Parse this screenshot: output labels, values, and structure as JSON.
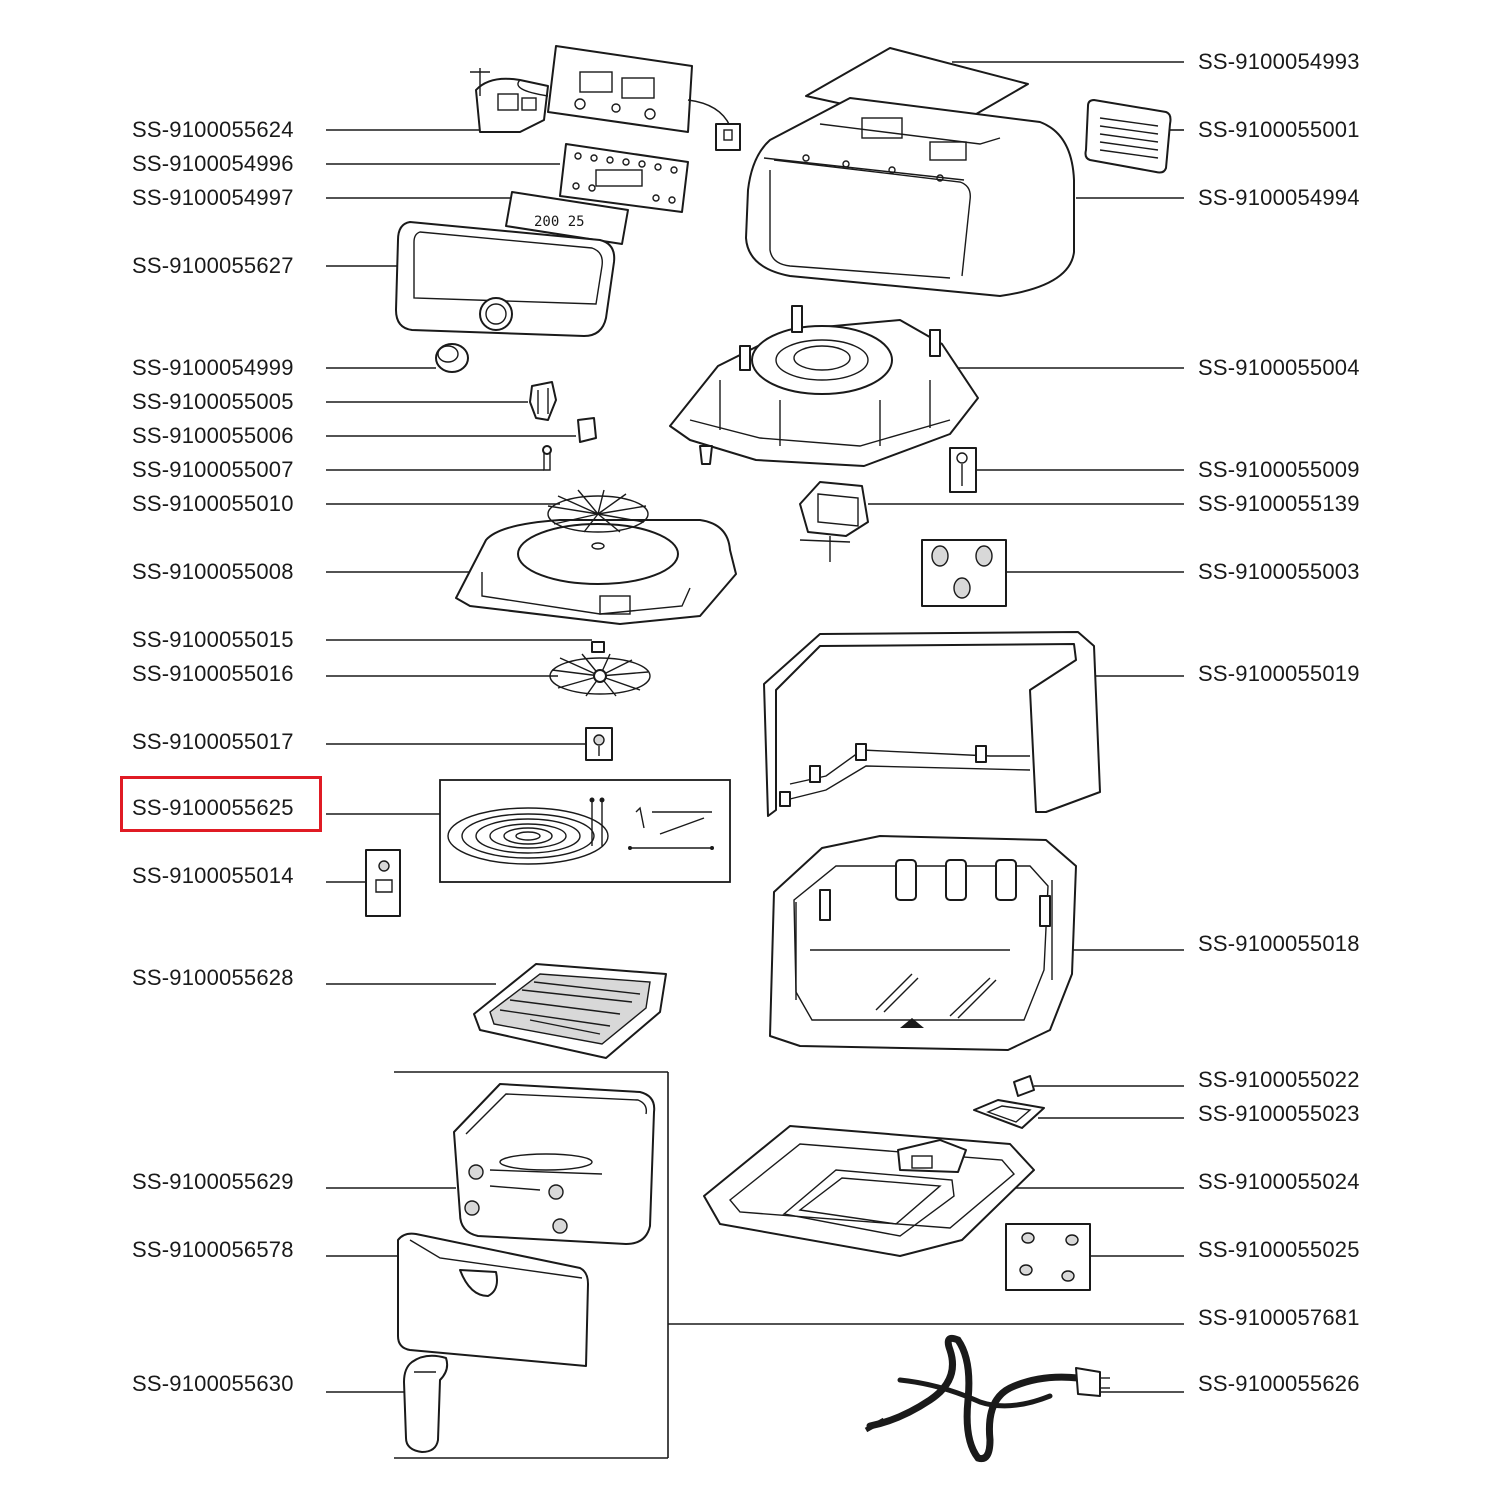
{
  "diagram": {
    "highlight_color": "#e01b24",
    "line_color": "#1a1a1a",
    "left_labels": [
      {
        "id": "624",
        "text": "SS-9100055624"
      },
      {
        "id": "996",
        "text": "SS-9100054996"
      },
      {
        "id": "997",
        "text": "SS-9100054997"
      },
      {
        "id": "627",
        "text": "SS-9100055627"
      },
      {
        "id": "999",
        "text": "SS-9100054999"
      },
      {
        "id": "005",
        "text": "SS-9100055005"
      },
      {
        "id": "006",
        "text": "SS-9100055006"
      },
      {
        "id": "007",
        "text": "SS-9100055007"
      },
      {
        "id": "010",
        "text": "SS-9100055010"
      },
      {
        "id": "008",
        "text": "SS-9100055008"
      },
      {
        "id": "015",
        "text": "SS-9100055015"
      },
      {
        "id": "016",
        "text": "SS-9100055016"
      },
      {
        "id": "017",
        "text": "SS-9100055017"
      },
      {
        "id": "625",
        "text": "SS-9100055625",
        "highlighted": true
      },
      {
        "id": "014",
        "text": "SS-9100055014"
      },
      {
        "id": "628",
        "text": "SS-9100055628"
      },
      {
        "id": "629",
        "text": "SS-9100055629"
      },
      {
        "id": "578",
        "text": "SS-9100056578"
      },
      {
        "id": "630",
        "text": "SS-9100055630"
      }
    ],
    "right_labels": [
      {
        "id": "993",
        "text": "SS-9100054993"
      },
      {
        "id": "001",
        "text": "SS-9100055001"
      },
      {
        "id": "994",
        "text": "SS-9100054994"
      },
      {
        "id": "004",
        "text": "SS-9100055004"
      },
      {
        "id": "009",
        "text": "SS-9100055009"
      },
      {
        "id": "139",
        "text": "SS-9100055139"
      },
      {
        "id": "003",
        "text": "SS-9100055003"
      },
      {
        "id": "019",
        "text": "SS-9100055019"
      },
      {
        "id": "018",
        "text": "SS-9100055018"
      },
      {
        "id": "022",
        "text": "SS-9100055022"
      },
      {
        "id": "023",
        "text": "SS-9100055023"
      },
      {
        "id": "024",
        "text": "SS-9100055024"
      },
      {
        "id": "025",
        "text": "SS-9100055025"
      },
      {
        "id": "681",
        "text": "SS-9100057681"
      },
      {
        "id": "626",
        "text": "SS-9100055626"
      }
    ]
  }
}
